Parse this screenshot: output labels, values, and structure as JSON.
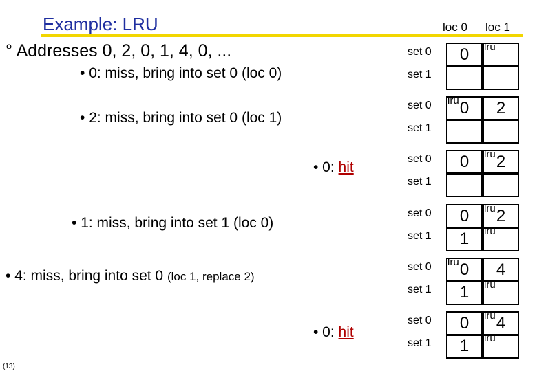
{
  "title": "Example: LRU",
  "addresses": "° Addresses 0, 2, 0, 1, 4, 0, ...",
  "steps": [
    {
      "bullet": "• ",
      "head": "0: miss, bring into set 0 (loc 0)",
      "tail": ""
    },
    {
      "bullet": "• ",
      "head": "2: miss, bring into set 0 (loc 1)",
      "tail": ""
    },
    {
      "bullet": "• 0: ",
      "head": "hit",
      "tail": ""
    },
    {
      "bullet": "• ",
      "head": "1: miss, bring into set 1 (loc 0)",
      "tail": ""
    },
    {
      "bullet": "• ",
      "head": "4: miss, bring into set 0 ",
      "tail": "(loc 1, replace 2)"
    },
    {
      "bullet": "• 0: ",
      "head": "hit",
      "tail": ""
    }
  ],
  "headers": {
    "loc0": "loc 0",
    "loc1": "loc 1"
  },
  "set_labels": {
    "set0": "set 0",
    "set1": "set 1"
  },
  "lru_label": "lru",
  "states": [
    {
      "set0": [
        "0",
        ""
      ],
      "set1": [
        "",
        ""
      ],
      "lru": "s0l1"
    },
    {
      "set0": [
        "0",
        "2"
      ],
      "set1": [
        "",
        ""
      ],
      "lru": "s0l0"
    },
    {
      "set0": [
        "0",
        "2"
      ],
      "set1": [
        "",
        ""
      ],
      "lru": "s0l1"
    },
    {
      "set0": [
        "0",
        "2"
      ],
      "set1": [
        "1",
        ""
      ],
      "lru": "s0l1,s1l1"
    },
    {
      "set0": [
        "0",
        "4"
      ],
      "set1": [
        "1",
        ""
      ],
      "lru": "s0l0,s1l1"
    },
    {
      "set0": [
        "0",
        "4"
      ],
      "set1": [
        "1",
        ""
      ],
      "lru": "s0l1,s1l1"
    }
  ],
  "footer": "(13)"
}
